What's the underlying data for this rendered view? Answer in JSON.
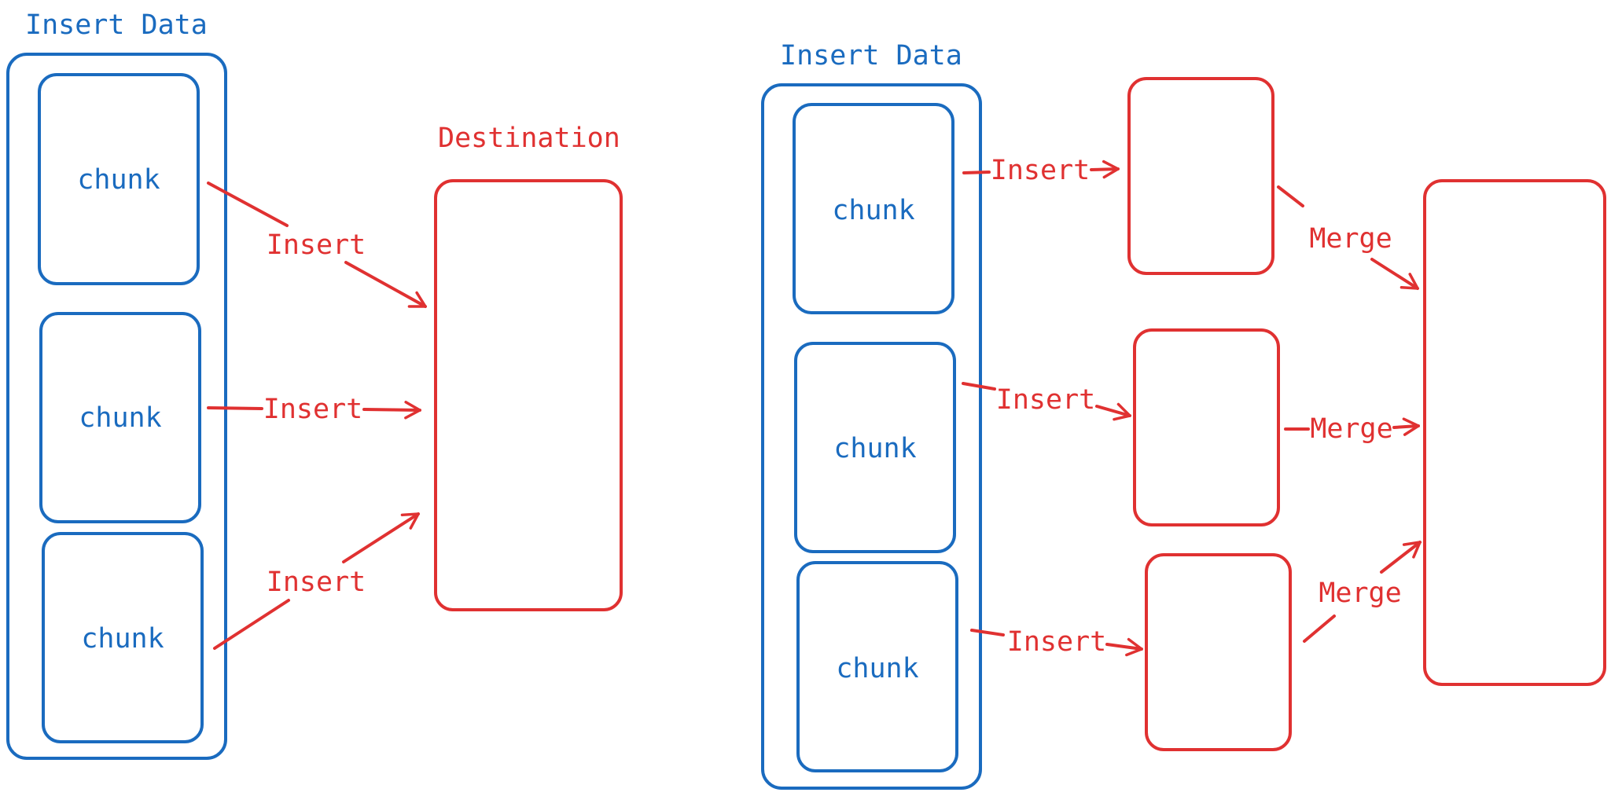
{
  "left": {
    "title": "Insert Data",
    "chunks": [
      "chunk",
      "chunk",
      "chunk"
    ],
    "destination": "Destination",
    "arrows": [
      "Insert",
      "Insert",
      "Insert"
    ]
  },
  "right": {
    "title": "Insert Data",
    "chunks": [
      "chunk",
      "chunk",
      "chunk"
    ],
    "insert_arrows": [
      "Insert",
      "Insert",
      "Insert"
    ],
    "merge_arrows": [
      "Merge",
      "Merge",
      "Merge"
    ]
  },
  "colors": {
    "source": "#1a6bbf",
    "target": "#e03131"
  }
}
